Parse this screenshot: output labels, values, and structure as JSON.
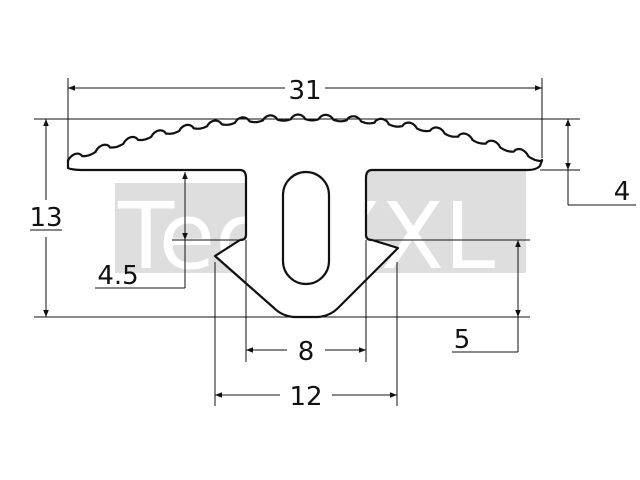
{
  "watermark": {
    "text_part1": "Tech",
    "text_part2": "XXL",
    "color": "#dedede"
  },
  "dimensions": {
    "overall_width": "31",
    "overall_height": "13",
    "top_thickness": "4",
    "neck_height": "4.5",
    "slot_width": "8",
    "barb_width": "12",
    "barb_height": "5"
  },
  "colors": {
    "line": "#111111",
    "background": "#ffffff"
  }
}
